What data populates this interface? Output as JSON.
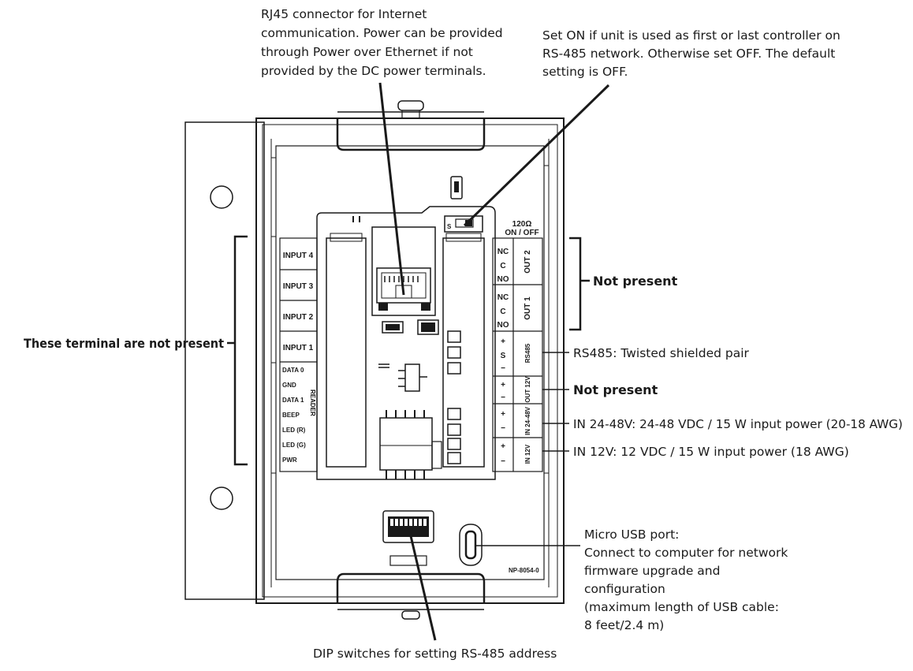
{
  "callouts": {
    "rj45": [
      "RJ45 connector for Internet",
      "communication. Power can be provided",
      "through Power over Ethernet if not",
      "provided by the DC power terminals."
    ],
    "termination": [
      "Set ON if unit is used as first or last controller on",
      "RS-485 network. Otherwise set OFF. The default",
      "setting is OFF."
    ],
    "not_present_terminals": "These terminal are not present",
    "not_present_outputs": "Not present",
    "rs485": "RS485: Twisted shielded pair",
    "out12_not_present": "Not present",
    "in24": "IN 24-48V: 24-48 VDC / 15 W input power (20-18 AWG)",
    "in12": "IN 12V: 12 VDC / 15 W input power (18 AWG)",
    "usb": [
      "Micro USB port:",
      "Connect to computer for network",
      "firmware upgrade and",
      "configuration",
      "(maximum length of USB cable:",
      "8 feet/2.4 m)"
    ],
    "dip": "DIP switches for setting RS-485 address"
  },
  "board": {
    "jumper_label": [
      "120Ω",
      "ON / OFF"
    ],
    "left_terminals": [
      "INPUT 4",
      "INPUT 3",
      "INPUT 2",
      "INPUT 1"
    ],
    "reader_terminals": [
      "DATA 0",
      "GND",
      "DATA 1",
      "BEEP",
      "LED (R)",
      "LED (G)",
      "PWR"
    ],
    "reader_vertical": "READER",
    "out2_pins": [
      "NC",
      "C",
      "NO"
    ],
    "out1_pins": [
      "NC",
      "C",
      "NO"
    ],
    "out2": "OUT 2",
    "out1": "OUT 1",
    "rs485_pins": [
      "+",
      "S",
      "−"
    ],
    "rs485": "RS485",
    "out12_pins": [
      "+",
      "−"
    ],
    "out12": "OUT 12V",
    "in2448_pins": [
      "+",
      "−"
    ],
    "in2448": "IN 24-48V",
    "in12_pins": [
      "+",
      "−"
    ],
    "in12": "IN 12V",
    "model": "NP-8054-0",
    "switch_mark": "S"
  }
}
